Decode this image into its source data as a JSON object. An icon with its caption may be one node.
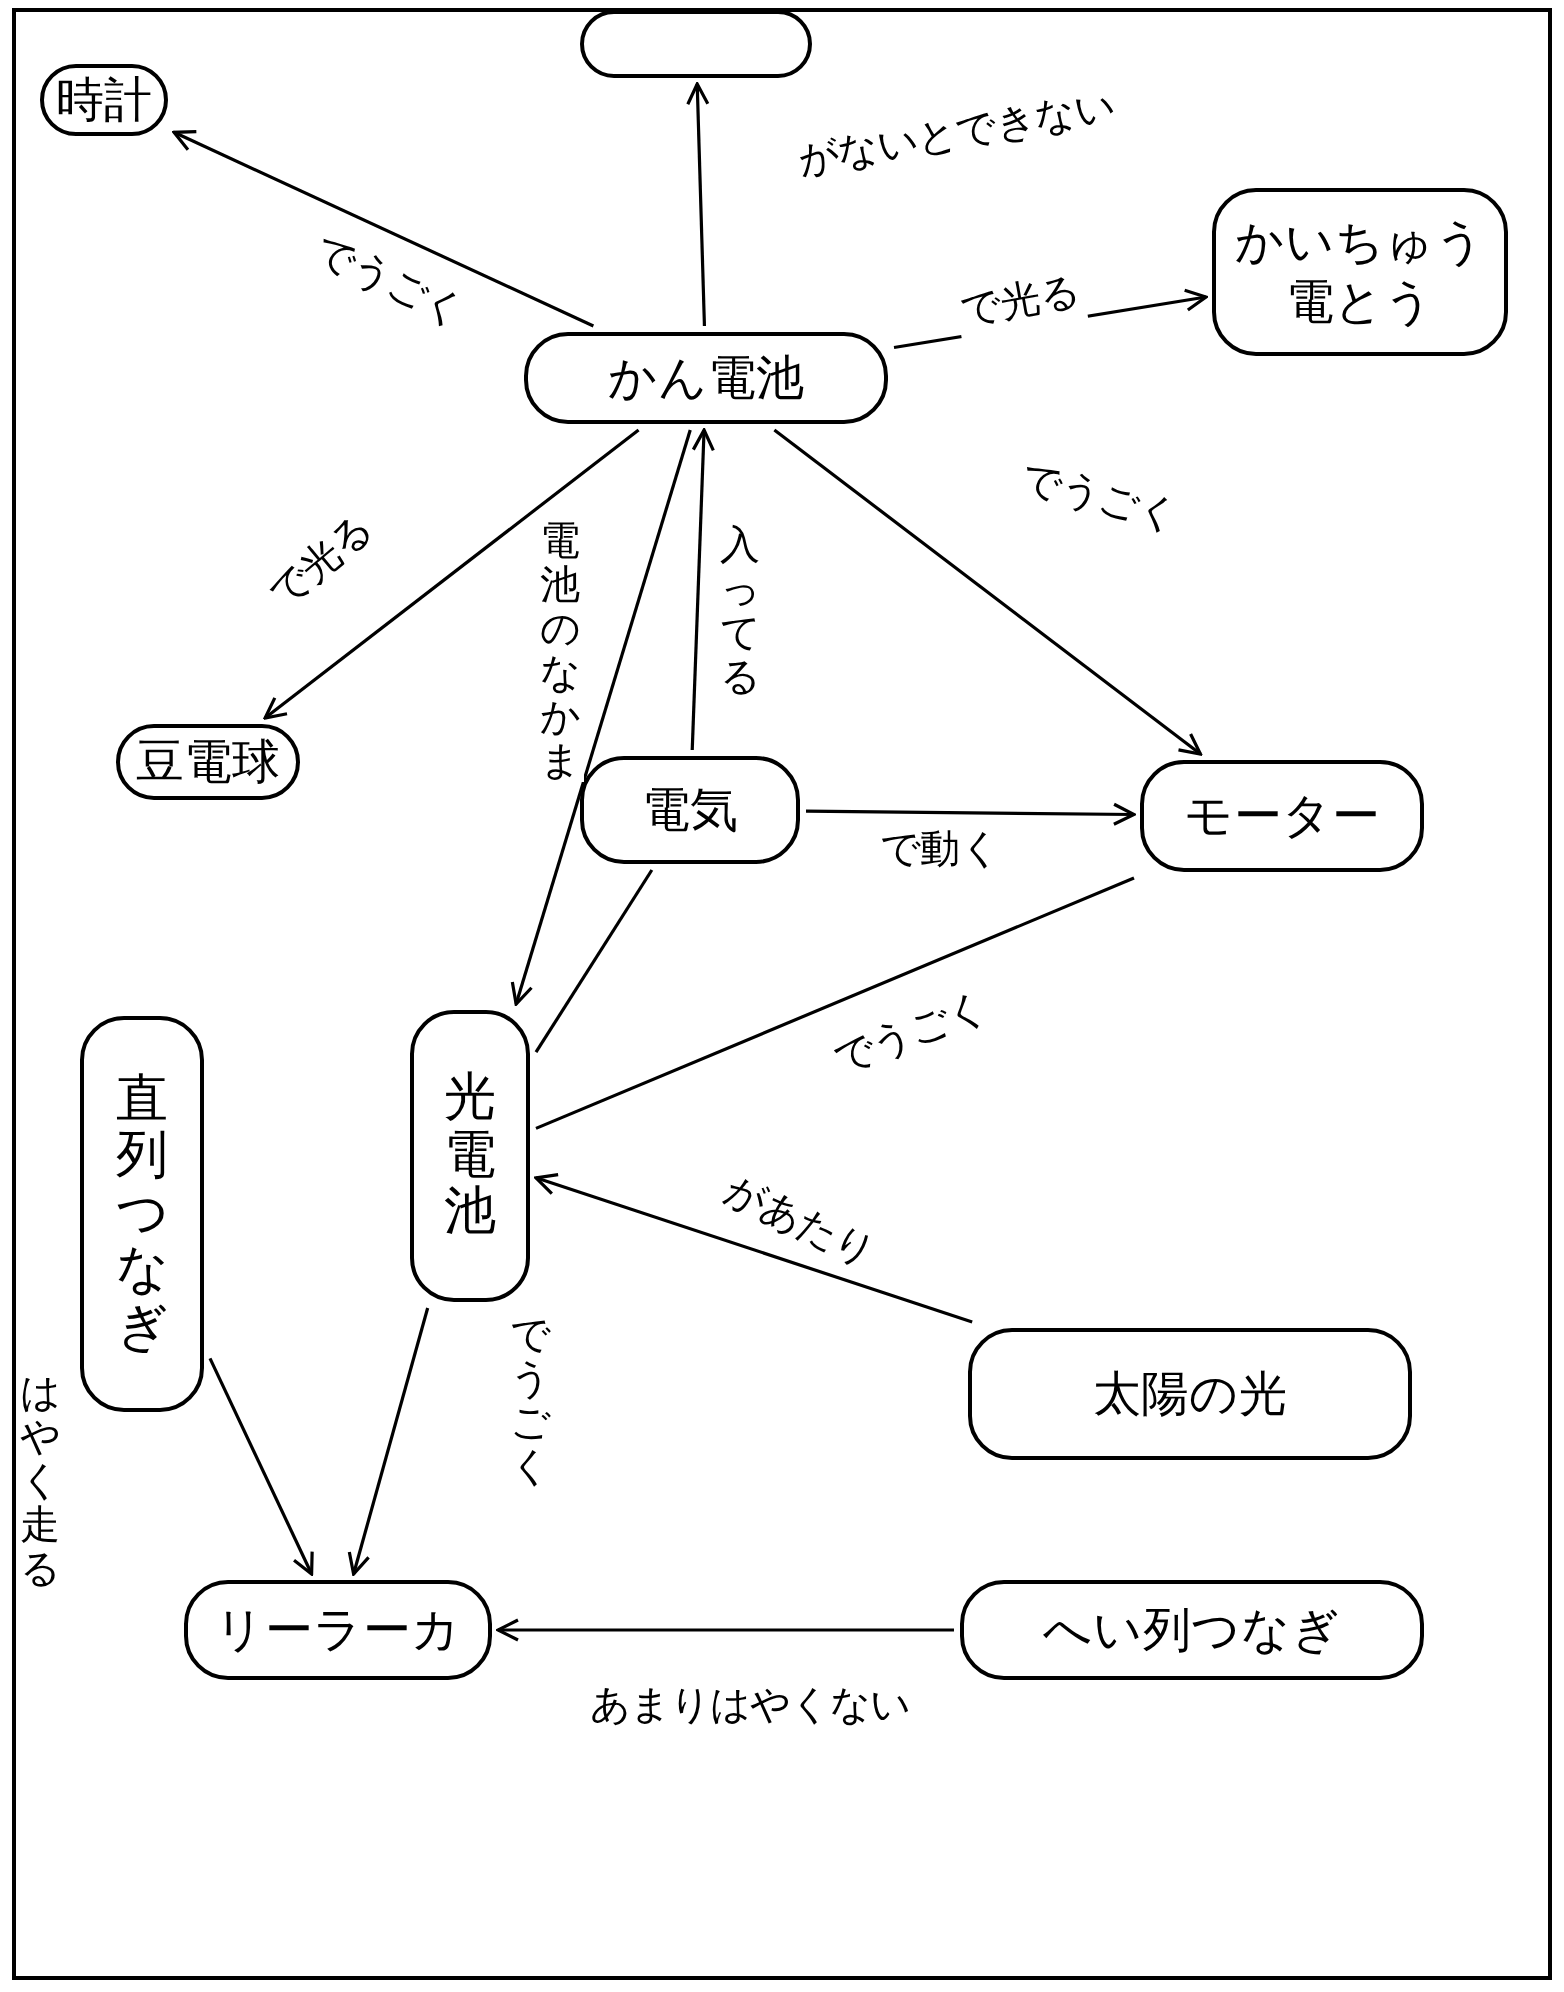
{
  "diagram": {
    "nodes": [
      {
        "text": [],
        "shape": "box"
      },
      {
        "text": [
          "時計"
        ]
      },
      {
        "text": [
          "かいちゅう電とう"
        ]
      },
      {
        "text": [
          "かん電池"
        ]
      },
      {
        "text": [
          "豆電球"
        ]
      },
      {
        "text": [
          "電気"
        ]
      },
      {
        "text": [
          "モーター"
        ]
      },
      {
        "text": [
          "直列つなぎ"
        ]
      },
      {
        "text": [
          "光電池"
        ]
      },
      {
        "text": [
          "太陽の光"
        ]
      },
      {
        "text": [
          "リーラーカ"
        ]
      },
      {
        "text": [
          "へい列つなぎ"
        ]
      }
    ],
    "edges": [
      {
        "from": 3,
        "to": 0,
        "arrow": "to",
        "label": "がないとできない"
      },
      {
        "from": 3,
        "to": 1,
        "arrow": "to",
        "label": "でうごく"
      },
      {
        "from": 3,
        "to": 2,
        "arrow": "to",
        "label": "で光る"
      },
      {
        "from": 3,
        "to": 4,
        "arrow": "to",
        "label": "で光る"
      },
      {
        "from": 3,
        "to": 6,
        "arrow": "to",
        "label": "でうごく"
      },
      {
        "from": 3,
        "to": 8,
        "arrow": "to",
        "label": "電池のなかま"
      },
      {
        "from": 5,
        "to": 3,
        "arrow": "to",
        "label": "入ってる"
      },
      {
        "from": 5,
        "to": 6,
        "arrow": "to",
        "label": "で動く"
      },
      {
        "from": 5,
        "to": 8,
        "arrow": "none"
      },
      {
        "from": 8,
        "to": 6,
        "arrow": "none",
        "label": "でうごく"
      },
      {
        "from": 9,
        "to": 8,
        "arrow": "to",
        "label": "があたり"
      },
      {
        "from": 8,
        "to": 10,
        "arrow": "to",
        "label": "でうごく"
      },
      {
        "from": 7,
        "to": 10,
        "arrow": "to",
        "label": "はやく走る"
      },
      {
        "from": 11,
        "to": 10,
        "arrow": "to",
        "label": "あまりはやくない"
      }
    ]
  }
}
